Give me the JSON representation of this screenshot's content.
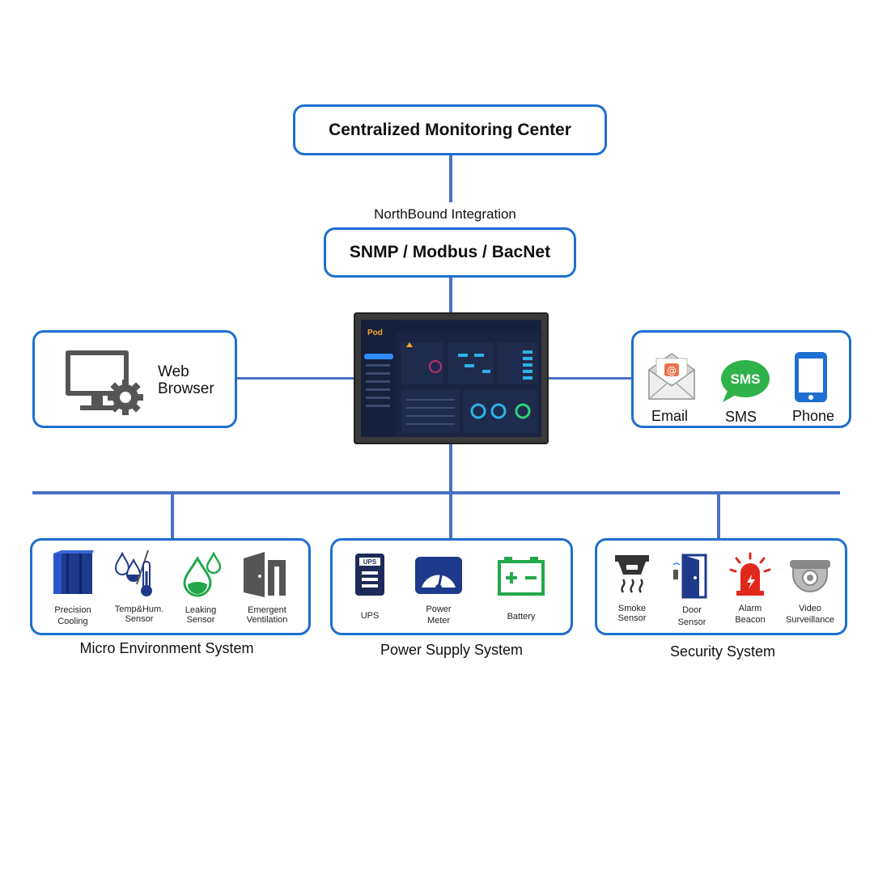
{
  "top": {
    "title": "Centralized Monitoring Center"
  },
  "northbound": {
    "label": "NorthBound Integration",
    "protocols": "SNMP / Modbus / BacNet"
  },
  "web": {
    "label_line1": "Web",
    "label_line2": "Browser"
  },
  "notify": {
    "email": "Email",
    "sms": "SMS",
    "sms_icon_text": "SMS",
    "phone": "Phone"
  },
  "device": {
    "brand": "Pod"
  },
  "micro": {
    "caption": "Micro Environment System",
    "items": [
      {
        "line1": "Precision",
        "line2": "Cooling"
      },
      {
        "line1": "Temp&Hum.",
        "line2": "Sensor"
      },
      {
        "line1": "Leaking",
        "line2": "Sensor"
      },
      {
        "line1": "Emergent",
        "line2": "Ventilation"
      }
    ]
  },
  "power": {
    "caption": "Power Supply System",
    "ups_icon_text": "UPS",
    "items": [
      {
        "line1": "UPS",
        "line2": ""
      },
      {
        "line1": "Power",
        "line2": "Meter"
      },
      {
        "line1": "Battery",
        "line2": ""
      }
    ]
  },
  "security": {
    "caption": "Security System",
    "items": [
      {
        "line1": "Smoke",
        "line2": "Sensor"
      },
      {
        "line1": "Door",
        "line2": "Sensor"
      },
      {
        "line1": "Alarm",
        "line2": "Beacon"
      },
      {
        "line1": "Video",
        "line2": "Surveillance"
      }
    ]
  },
  "colors": {
    "line": "#4a72c4",
    "box_border": "#1e6fd0",
    "sms_green": "#2fb24a",
    "battery_green": "#22a84a",
    "alarm_red": "#e0281c"
  }
}
